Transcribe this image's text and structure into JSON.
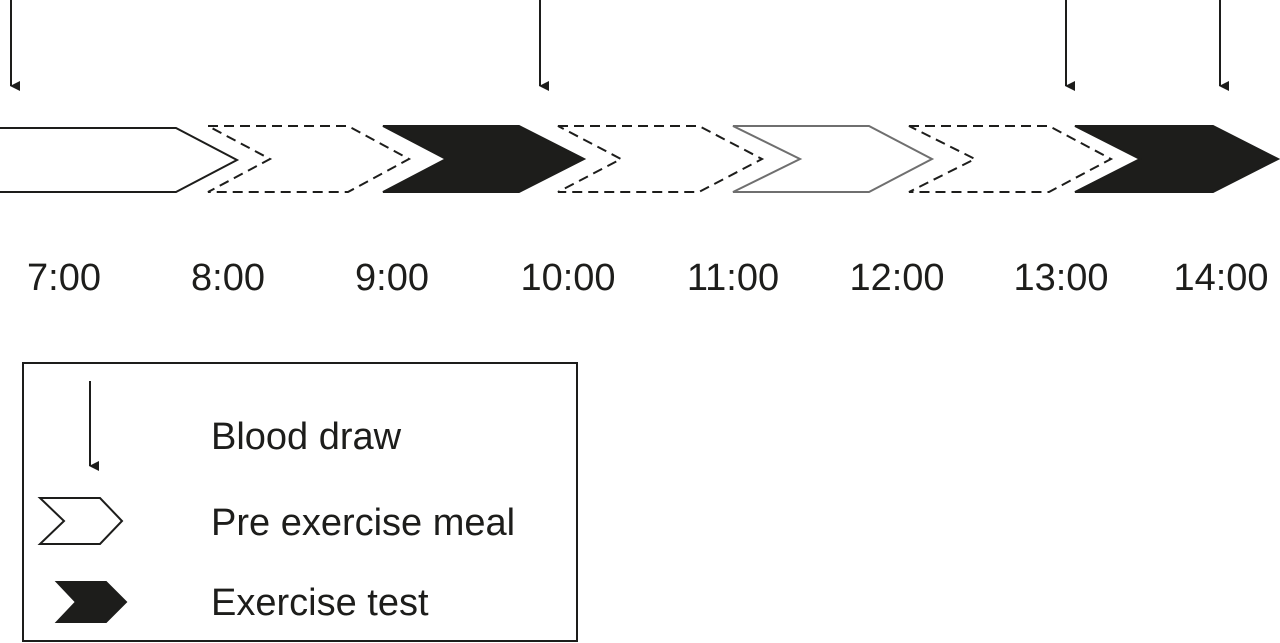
{
  "timeline": {
    "time_labels": [
      "7:00",
      "8:00",
      "9:00",
      "10:00",
      "11:00",
      "12:00",
      "13:00",
      "14:00"
    ]
  },
  "legend": {
    "blood_draw": "Blood draw",
    "pre_exercise_meal": "Pre exercise meal",
    "exercise_test": "Exercise test"
  },
  "colors": {
    "ink": "#1d1d1b",
    "outline_grey": "#6f6f6f",
    "background": "#ffffff"
  }
}
